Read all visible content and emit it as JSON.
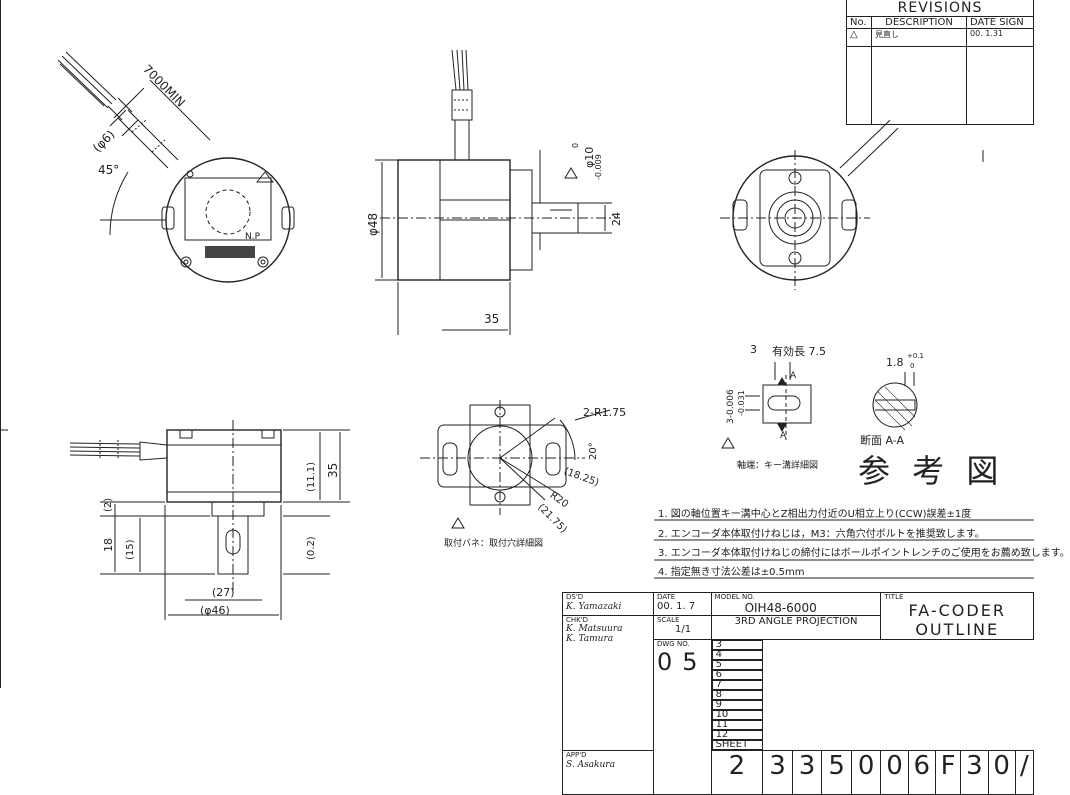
{
  "revisions": {
    "title": "REVISIONS",
    "col_no": "No.",
    "col_description": "DESCRIPTION",
    "col_date": "DATE",
    "col_sign": "SIGN",
    "row1_no": "△",
    "row1_description": "見直し",
    "row1_date": "00. 1.31"
  },
  "dimensions": {
    "cable_length": "7000MIN",
    "cable_dia": "(φ6)",
    "angle_45": "45°",
    "np": "N.P",
    "body_dia": "φ48",
    "shaft_dia": "φ10",
    "shaft_tol_top": "0",
    "shaft_tol_bottom": "-0.009",
    "shaft_len": "24",
    "depth": "35",
    "key_3": "3",
    "key_eff_len": "有効長 7.5",
    "key_tol": "3-0.006",
    "key_tol2": "-0.031",
    "key_a": "A",
    "section_depth": "1.8",
    "section_tol_top": "+0.1",
    "section_tol_bottom": "0",
    "section_label": "断面 A-A",
    "shaft_end_caption": "軸端：キー溝詳細図",
    "mount_r175": "2-R1.75",
    "mount_20deg": "20°",
    "mount_1825": "(18.25)",
    "mount_r20": "R20",
    "mount_2175": "(21.75)",
    "mount_caption": "取付バネ：取付穴詳細図",
    "side_111": "(11.1)",
    "side_35": "35",
    "side_2": "(2)",
    "side_18": "18",
    "side_15": "(15)",
    "side_02": "(0.2)",
    "side_27": "(27)",
    "side_46": "(φ46)",
    "stamp": "参 考 図"
  },
  "notes": [
    "1. 図の軸位置キー溝中心とZ相出力付近のU相立上り(CCW)誤差±1度",
    "2. エンコーダ本体取付けねじは，M3：六角穴付ボルトを推奨致します。",
    "3. エンコーダ本体取付けねじの締付にはボールポイントレンチのご使用をお薦め致します。",
    "4. 指定無き寸法公差は±0.5mm"
  ],
  "title_block": {
    "ds_label": "DS'D",
    "ds_sign": "K. Yamazaki",
    "chk_label": "CHK'D",
    "chk_sign1": "K. Matsuura",
    "chk_sign2": "K. Tamura",
    "app_label": "APP'D",
    "app_sign": "S. Asakura",
    "date_label": "DATE",
    "date_value": "00. 1. 7",
    "scale_label": "SCALE",
    "scale_value": "1/1",
    "model_label": "MODEL NO.",
    "model_value": "OIH48-6000",
    "projection": "3RD ANGLE PROJECTION",
    "title_label": "TITLE",
    "title_line1": "FA-CODER",
    "title_line2": "OUTLINE",
    "dwg_label": "DWG NO.",
    "sheet_label": "SHEET",
    "dwg_chars": [
      "0",
      "5",
      "2",
      "3",
      "3",
      "5",
      "0",
      "0",
      "6",
      "F",
      "3",
      "0",
      "/"
    ],
    "dwg_idx": [
      "3",
      "4",
      "5",
      "6",
      "7",
      "8",
      "9",
      "10",
      "11",
      "12"
    ]
  }
}
